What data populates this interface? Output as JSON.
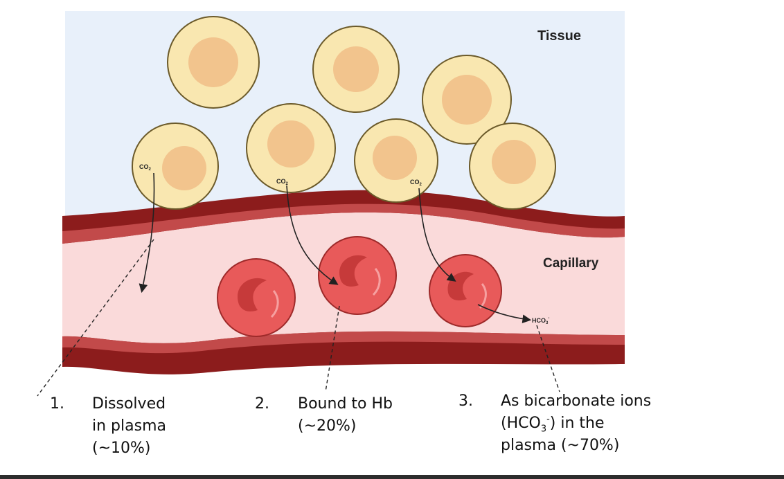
{
  "labels": {
    "tissue": "Tissue",
    "capillary": "Capillary",
    "co2_main": "CO",
    "co2_sub": "2",
    "hco3_main": "HCO",
    "hco3_sub": "3",
    "hco3_sup": "-"
  },
  "captions": [
    {
      "number": "1.",
      "lines": [
        "Dissolved",
        "in plasma",
        "(~10%)"
      ]
    },
    {
      "number": "2.",
      "lines": [
        "Bound to Hb",
        "(~20%)"
      ]
    },
    {
      "number": "3.",
      "line1": "As bicarbonate ions",
      "line2_pre": "(HCO",
      "line2_sub": "3",
      "line2_sup": "-",
      "line2_post": ") in the",
      "line3": "plasma (~70%)"
    }
  ],
  "colors": {
    "tissue_bg": "#e8f0fa",
    "tissue_cell": "#f9e7b0",
    "tissue_cell_border": "#6b5a2a",
    "tissue_nucleus": "#f2c48d",
    "vessel_wall": "#8c1c1c",
    "vessel_wall_inner": "#c24a4a",
    "plasma": "#fadada",
    "rbc": "#e85a5a",
    "rbc_border": "#9e2a2a",
    "rbc_center": "#c63a3a"
  }
}
